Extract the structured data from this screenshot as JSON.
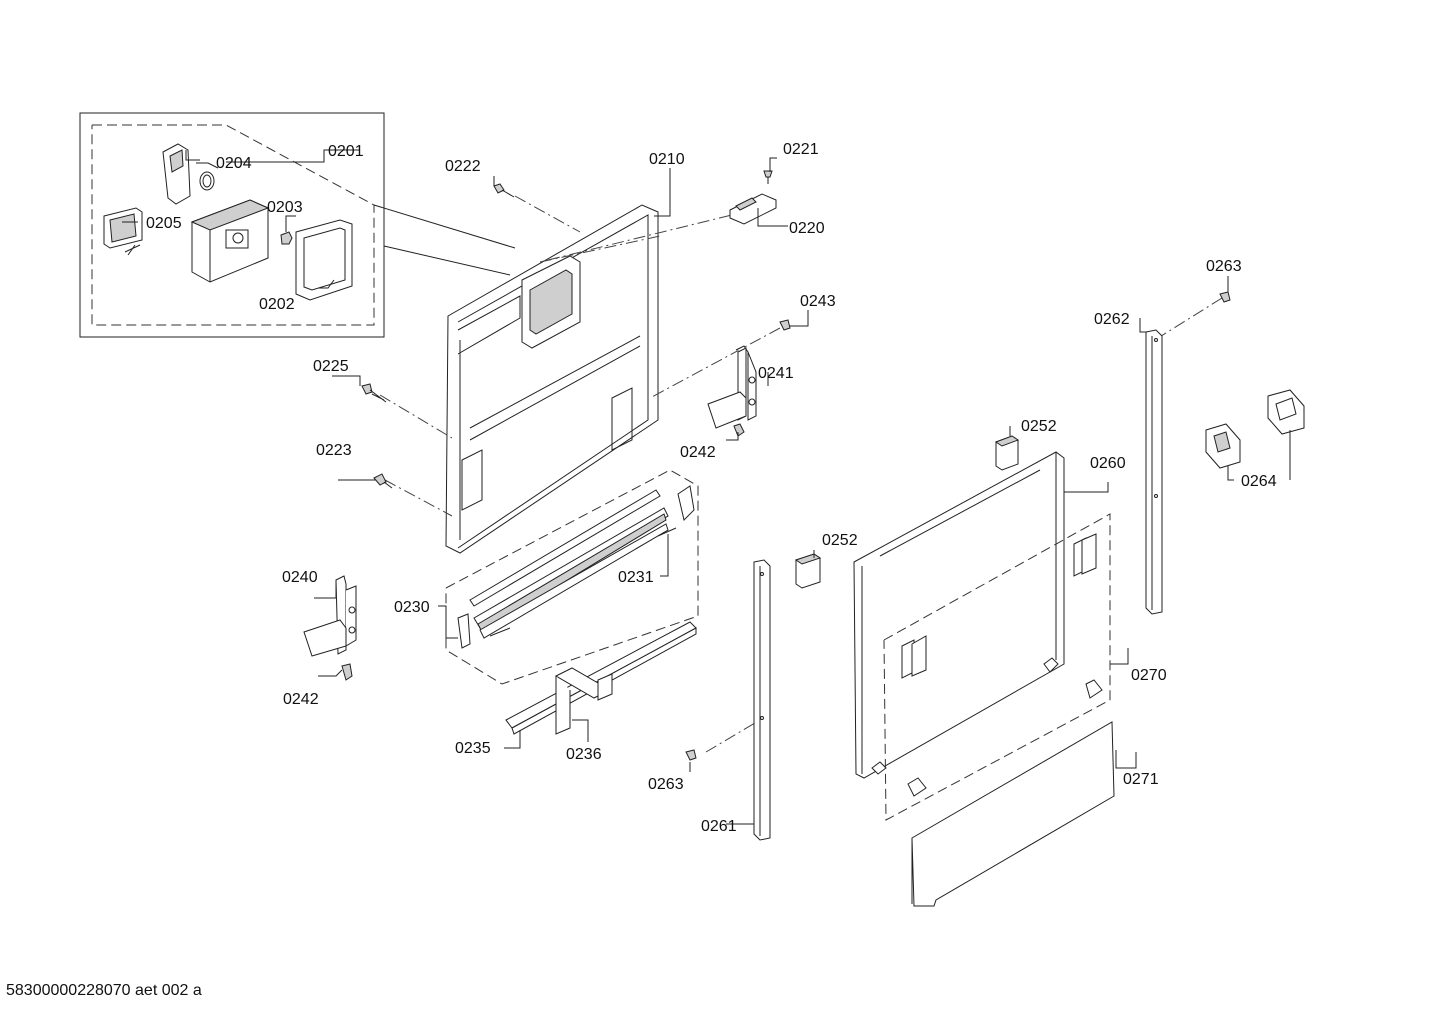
{
  "diagram": {
    "labels": {
      "p0201": "0201",
      "p0202": "0202",
      "p0203": "0203",
      "p0204": "0204",
      "p0205": "0205",
      "p0210": "0210",
      "p0220": "0220",
      "p0221": "0221",
      "p0222": "0222",
      "p0223": "0223",
      "p0225": "0225",
      "p0230": "0230",
      "p0231": "0231",
      "p0235": "0235",
      "p0236": "0236",
      "p0240": "0240",
      "p0241": "0241",
      "p0242a": "0242",
      "p0242b": "0242",
      "p0243": "0243",
      "p0252a": "0252",
      "p0252b": "0252",
      "p0260": "0260",
      "p0261": "0261",
      "p0262": "0262",
      "p0263a": "0263",
      "p0263b": "0263",
      "p0264": "0264",
      "p0270": "0270",
      "p0271": "0271"
    },
    "footer": "58300000228070 aet 002 a"
  }
}
